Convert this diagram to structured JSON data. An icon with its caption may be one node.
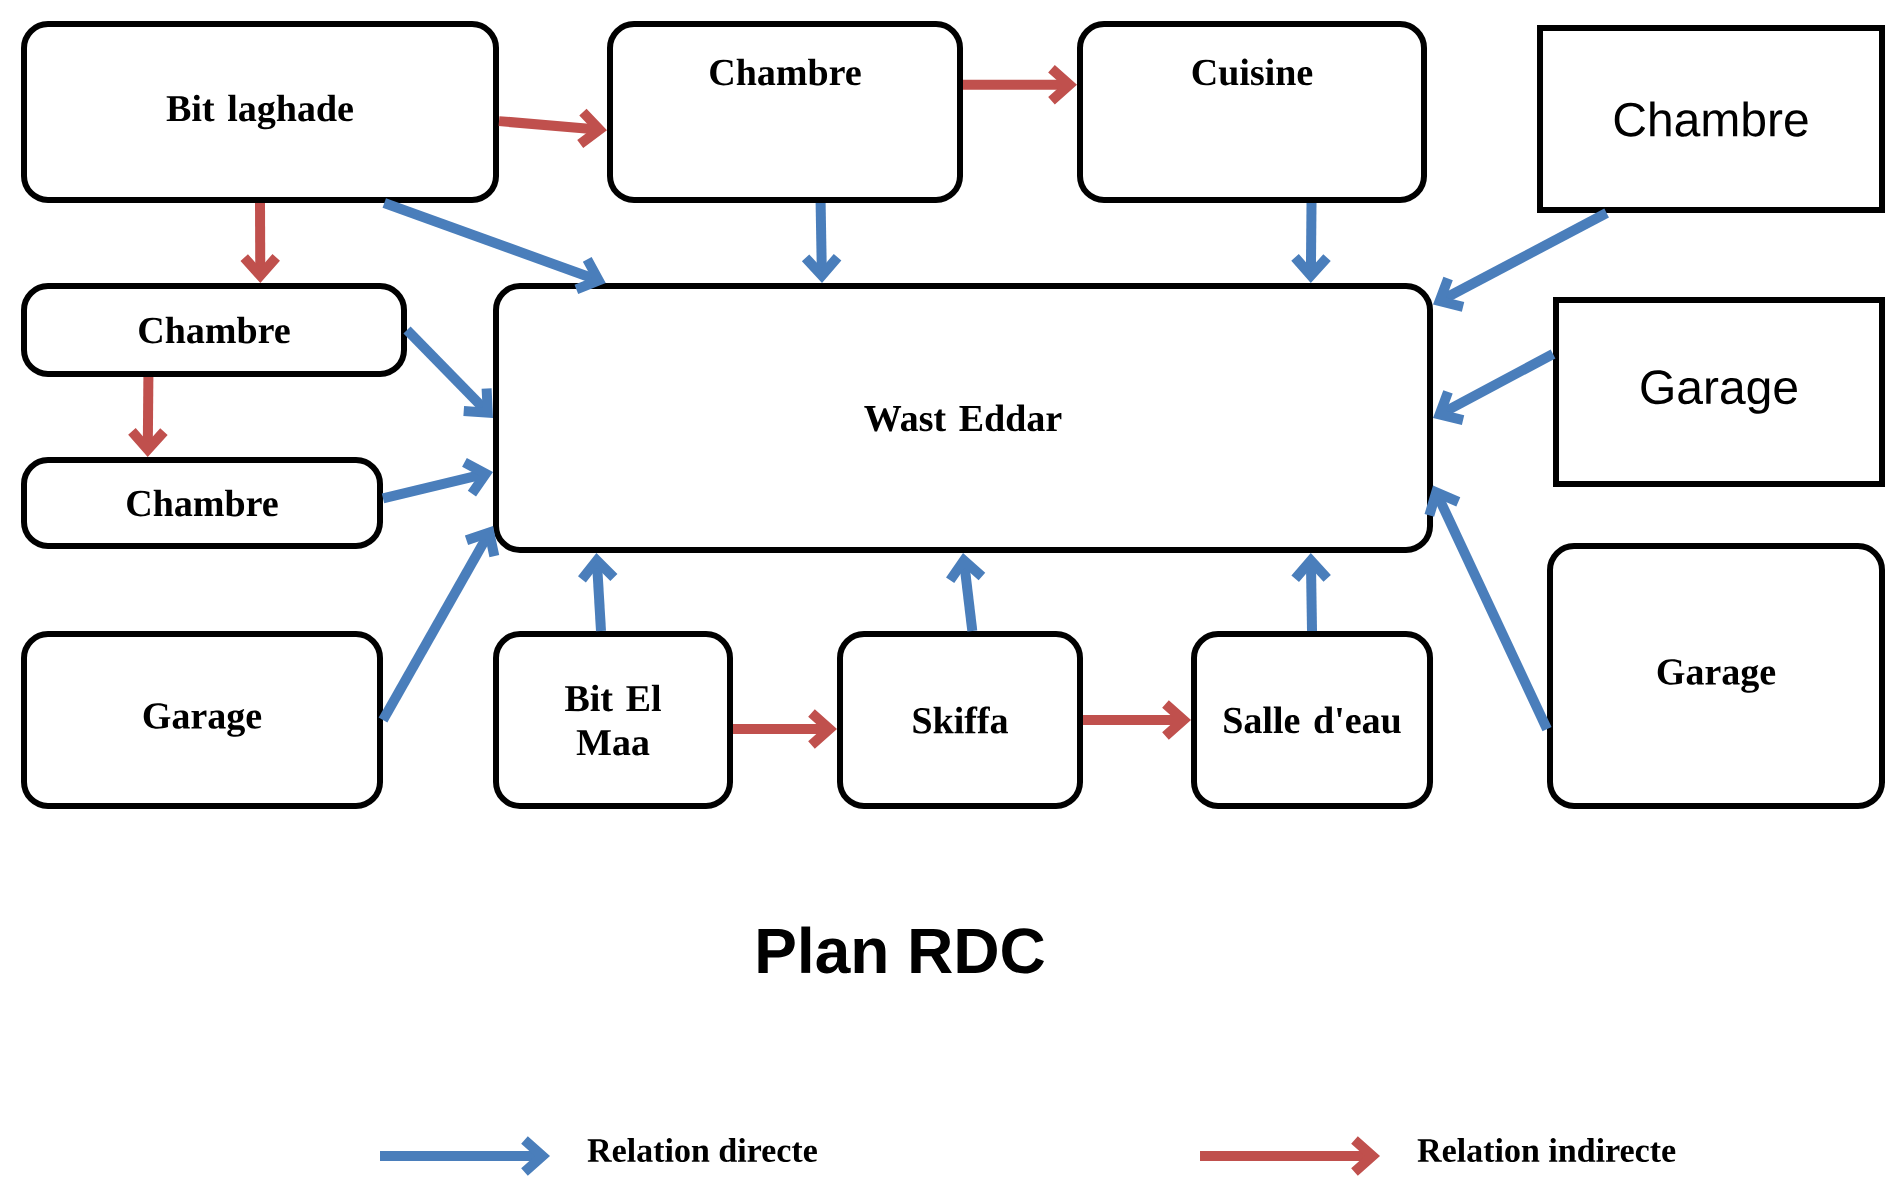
{
  "diagram": {
    "caption": "Plan RDC",
    "nodes": [
      {
        "text": [
          "Bit laghade"
        ]
      },
      {
        "text": [
          "Chambre"
        ]
      },
      {
        "text": [
          "Cuisine"
        ]
      },
      {
        "text": [
          "Chambre"
        ]
      },
      {
        "text": [
          "Chambre"
        ]
      },
      {
        "text": [
          "Wast Eddar"
        ]
      },
      {
        "text": [
          "Garage"
        ]
      },
      {
        "text": [
          "Chambre"
        ]
      },
      {
        "text": [
          "Garage"
        ]
      },
      {
        "text": [
          "Bit El Maa"
        ]
      },
      {
        "text": [
          "Skiffa"
        ]
      },
      {
        "text": [
          "Salle d'eau"
        ]
      },
      {
        "text": [
          "Garage"
        ]
      }
    ],
    "edges": [
      {
        "from": 0,
        "to": 1,
        "arrow": "to",
        "color": "#c0504d"
      },
      {
        "from": 1,
        "to": 2,
        "arrow": "to",
        "color": "#c0504d"
      },
      {
        "from": 0,
        "to": 4,
        "arrow": "to",
        "color": "#c0504d"
      },
      {
        "from": 4,
        "to": 7,
        "arrow": "to",
        "color": "#c0504d"
      },
      {
        "from": 9,
        "to": 10,
        "arrow": "to",
        "color": "#c0504d"
      },
      {
        "from": 10,
        "to": 11,
        "arrow": "to",
        "color": "#c0504d"
      },
      {
        "from": 0,
        "to": 5,
        "arrow": "to"
      },
      {
        "from": 1,
        "to": 5,
        "arrow": "to"
      },
      {
        "from": 2,
        "to": 5,
        "arrow": "to"
      },
      {
        "from": 3,
        "to": 5,
        "arrow": "to"
      },
      {
        "from": 4,
        "to": 5,
        "arrow": "to"
      },
      {
        "from": 7,
        "to": 5,
        "arrow": "to"
      },
      {
        "from": 8,
        "to": 5,
        "arrow": "to"
      },
      {
        "from": 9,
        "to": 5,
        "arrow": "to"
      },
      {
        "from": 10,
        "to": 5,
        "arrow": "to"
      },
      {
        "from": 11,
        "to": 5,
        "arrow": "to"
      },
      {
        "from": 6,
        "to": 5,
        "arrow": "to"
      },
      {
        "from": 12,
        "to": 5,
        "arrow": "to"
      }
    ],
    "legend": [
      {
        "text": "Relation directe",
        "color": "#4a7ebb"
      },
      {
        "text": "Relation indirecte",
        "color": "#c0504d"
      }
    ]
  }
}
